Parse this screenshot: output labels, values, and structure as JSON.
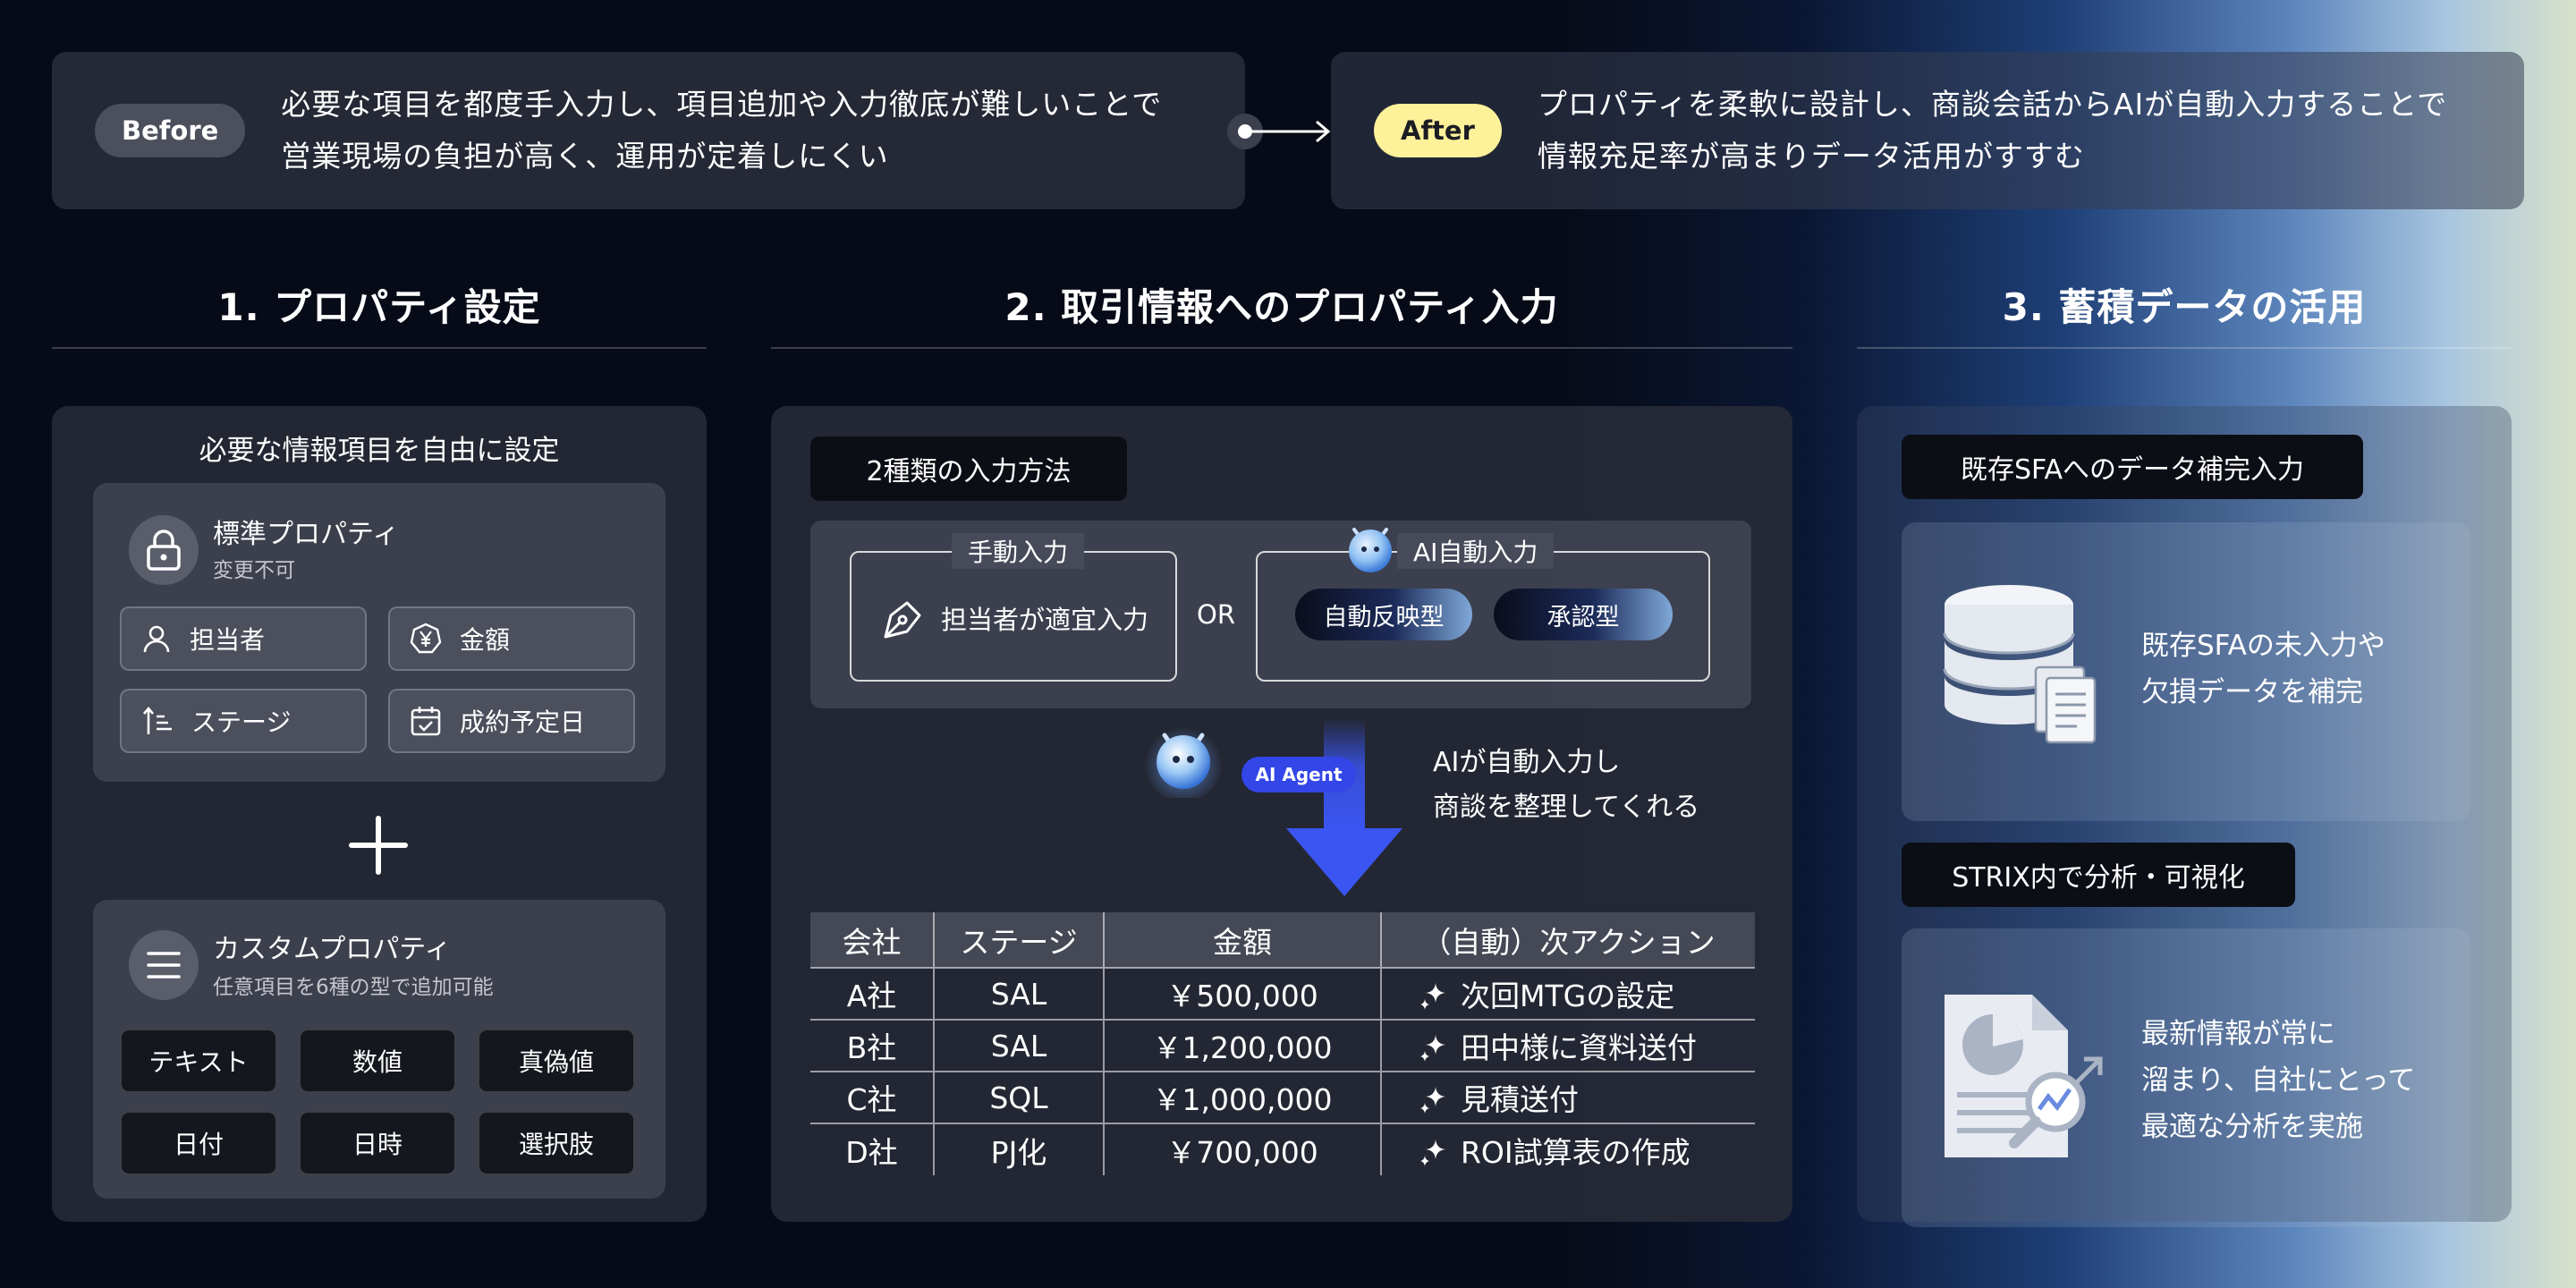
{
  "banner": {
    "before": {
      "label": "Before",
      "line1": "必要な項目を都度手入力し、項目追加や入力徹底が難しいことで",
      "line2": "営業現場の負担が高く、運用が定着しにくい"
    },
    "after": {
      "label": "After",
      "line1": "プロパティを柔軟に設計し、商談会話からAIが自動入力することで",
      "line2": "情報充足率が高まりデータ活用がすすむ"
    }
  },
  "sections": {
    "s1": "1. プロパティ設定",
    "s2": "2. 取引情報へのプロパティ入力",
    "s3": "3. 蓄積データの活用"
  },
  "panel1": {
    "heading": "必要な情報項目を自由に設定",
    "standard": {
      "title": "標準プロパティ",
      "sub": "変更不可",
      "items": [
        "担当者",
        "金額",
        "ステージ",
        "成約予定日"
      ]
    },
    "custom": {
      "title": "カスタムプロパティ",
      "sub": "任意項目を6種の型で追加可能",
      "types": [
        "テキスト",
        "数値",
        "真偽値",
        "日付",
        "日時",
        "選択肢"
      ]
    }
  },
  "panel2": {
    "tag": "2種類の入力方法",
    "manual": {
      "legend": "手動入力",
      "text": "担当者が適宜入力"
    },
    "or": "OR",
    "auto": {
      "legend": "AI自動入力",
      "modes": [
        "自動反映型",
        "承認型"
      ]
    },
    "agent_badge": "AI Agent",
    "agent_text1": "AIが自動入力し",
    "agent_text2": "商談を整理してくれる",
    "table": {
      "headers": [
        "会社",
        "ステージ",
        "金額",
        "（自動）次アクション"
      ],
      "rows": [
        [
          "A社",
          "SAL",
          "￥500,000",
          "次回MTGの設定"
        ],
        [
          "B社",
          "SAL",
          "￥1,200,000",
          "田中様に資料送付"
        ],
        [
          "C社",
          "SQL",
          "￥1,000,000",
          "見積送付"
        ],
        [
          "D社",
          "PJ化",
          "￥700,000",
          "ROI試算表の作成"
        ]
      ]
    }
  },
  "panel3": {
    "tag1": "既存SFAへのデータ補完入力",
    "card1_line1": "既存SFAの未入力や",
    "card1_line2": "欠損データを補完",
    "tag2": "STRIX内で分析・可視化",
    "card2_line1": "最新情報が常に",
    "card2_line2": "溜まり、自社にとって",
    "card2_line3": "最適な分析を実施"
  },
  "colors": {
    "before_pill": "#4c4f5c",
    "after_pill": "#fdf19a",
    "arrow_blue": "#3a55f0",
    "page_bg": "#070a17"
  }
}
